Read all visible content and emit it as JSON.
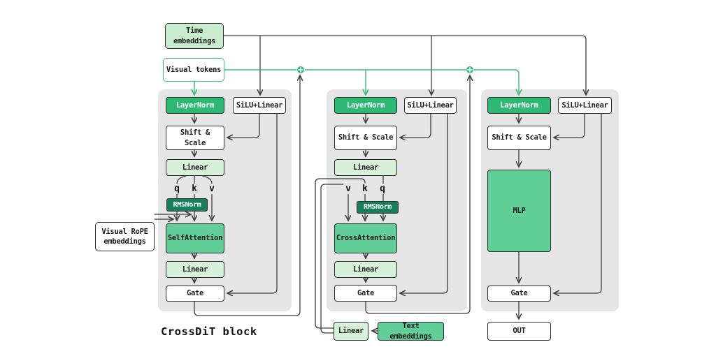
{
  "title": "CrossDiT block",
  "inputs": {
    "time_embeddings": "Time embeddings",
    "visual_tokens": "Visual tokens",
    "visual_rope": "Visual RoPE embeddings"
  },
  "col1": {
    "layernorm": "LayerNorm",
    "silu_linear": "SiLU+Linear",
    "shift_scale": "Shift & Scale",
    "linear_in": "Linear",
    "q": "q",
    "k": "k",
    "v": "v",
    "rmsnorm": "RMSNorm",
    "attention": "SelfAttention",
    "linear_out": "Linear",
    "gate": "Gate"
  },
  "col2": {
    "layernorm": "LayerNorm",
    "silu_linear": "SiLU+Linear",
    "shift_scale": "Shift & Scale",
    "linear_in": "Linear",
    "v": "v",
    "k": "k",
    "q": "q",
    "rmsnorm": "RMSNorm",
    "attention": "CrossAttention",
    "linear_out": "Linear",
    "gate": "Gate"
  },
  "col3": {
    "layernorm": "LayerNorm",
    "silu_linear": "SiLU+Linear",
    "shift_scale": "Shift & Scale",
    "mlp": "MLP",
    "gate": "Gate",
    "out": "OUT"
  },
  "bottom": {
    "linear": "Linear",
    "text_embeddings": "Text embeddings"
  },
  "colors": {
    "bright_green": "#2db873",
    "dark_green": "#177f5b",
    "mid_green": "#61cd97",
    "light_green": "#d6f3da",
    "pale_green": "#c8ecce",
    "line_green": "#3abc7c",
    "line_dark": "#3d3d3d",
    "panel_gray": "#e6e6e6"
  }
}
